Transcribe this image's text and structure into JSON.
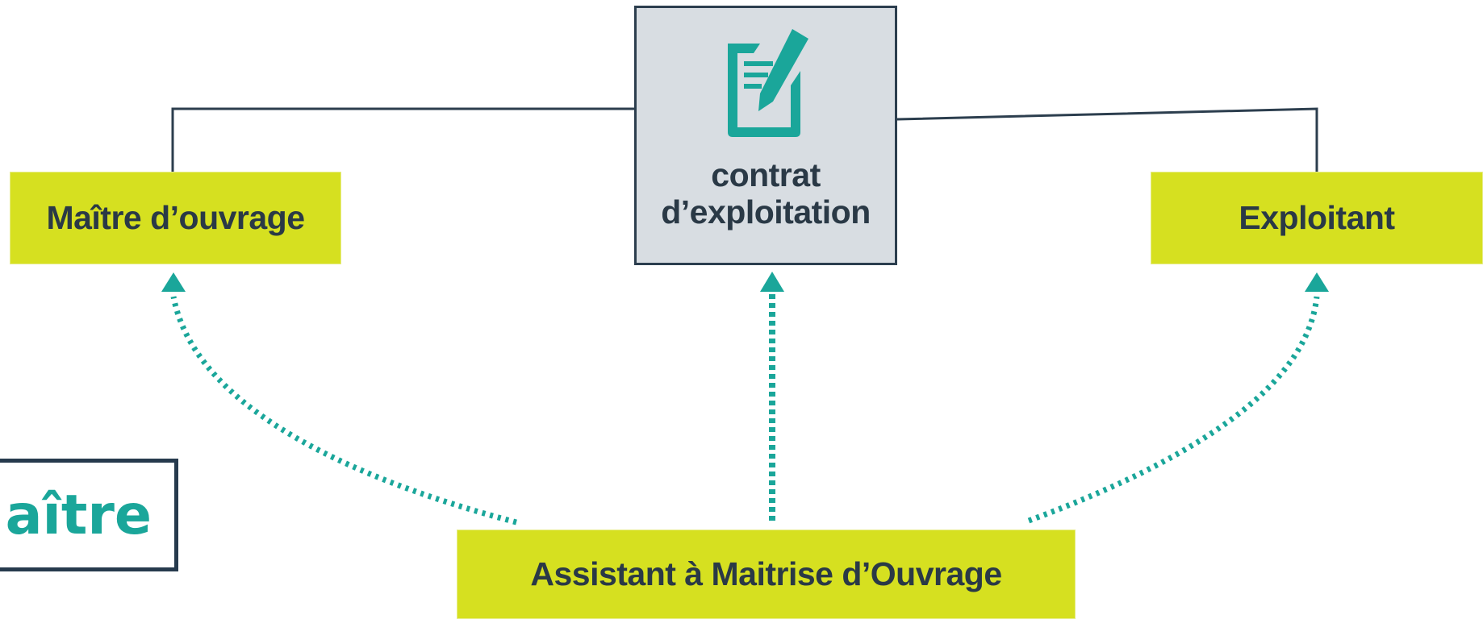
{
  "nodes": {
    "maitre": {
      "label": "Maître d’ouvrage"
    },
    "contrat": {
      "label": "contrat\nd’exploitation"
    },
    "exploitant": {
      "label": "Exploitant"
    },
    "amo": {
      "label": "Assistant à Maitrise d’Ouvrage"
    }
  },
  "fragment": {
    "text": "aître"
  },
  "icons": {
    "contract": "contract-document-pen-icon"
  },
  "colors": {
    "green_box": "#d6e020",
    "center_box": "#d8dde2",
    "text_dark": "#2a3946",
    "teal": "#1aa69a",
    "line": "#2c3e4e"
  }
}
